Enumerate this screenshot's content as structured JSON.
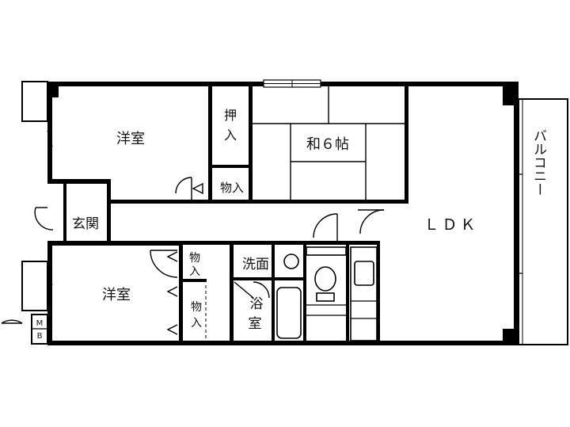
{
  "colors": {
    "wall": "#000000",
    "line": "#111111",
    "background": "#ffffff"
  },
  "rooms": {
    "western_room_top": "洋室",
    "oshiire_top": "押",
    "oshiire_bottom": "入",
    "washitsu": "和６帖",
    "storage_near_washitsu": "物入",
    "genkan": "玄関",
    "ldk": "ＬＤＫ",
    "balcony": "バルコニー",
    "western_room_bottom": "洋室",
    "storage_small_top": "物",
    "storage_small_bottom": "入",
    "storage_tall_top": "物",
    "storage_tall_bottom": "入",
    "washroom": "洗面",
    "bath_top": "浴",
    "bath_bottom": "室",
    "meter_box_top": "M",
    "meter_box_bottom": "B"
  }
}
